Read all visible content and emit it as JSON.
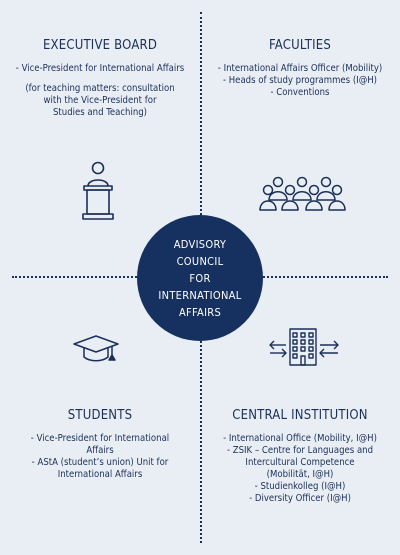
{
  "center": {
    "lines": [
      "ADVISORY COUNCIL",
      "FOR",
      "INTERNATIONAL",
      "AFFAIRS"
    ]
  },
  "executive_board": {
    "title": "EXECUTIVE BOARD",
    "items": [
      "- Vice-President for International Affairs"
    ],
    "note": [
      "(for teaching matters: consultation",
      "with the Vice-President for",
      "Studies and Teaching)"
    ],
    "icon": "lectern-speaker-icon"
  },
  "faculties": {
    "title": "FACULTIES",
    "items": [
      "- International Affairs Officer (Mobility)",
      "- Heads of study programmes (I@H)",
      "- Conventions"
    ],
    "icon": "group-of-people-icon"
  },
  "students": {
    "title": "STUDENTS",
    "items": [
      "- Vice-President for International",
      "Affairs",
      "- AStA (student’s union) Unit for",
      "International Affairs"
    ],
    "icon": "graduation-cap-icon"
  },
  "central_institution": {
    "title": "CENTRAL INSTITUTION",
    "items": [
      "- International Office (Mobility, I@H)",
      "- ZSIK – Centre for Languages and",
      "Intercultural Competence",
      "(Mobilität, I@H)",
      "- Studienkolleg (I@H)",
      "- Diversity Officer (I@H)"
    ],
    "icon": "building-exchange-arrows-icon"
  },
  "colors": {
    "navy": "#16315f",
    "background": "#e9eef5",
    "text": "#1b2f57"
  }
}
